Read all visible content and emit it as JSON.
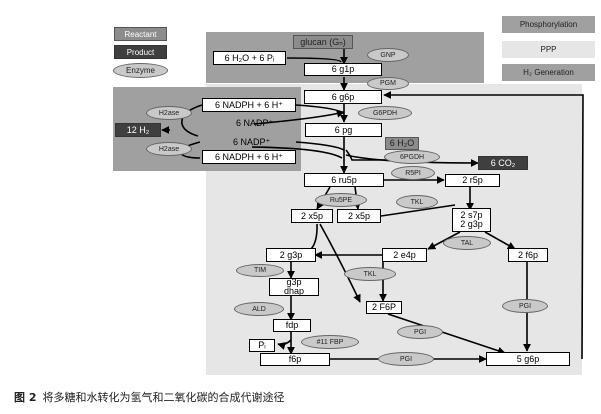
{
  "legend": {
    "reactant": "Reactant",
    "product": "Product",
    "enzyme": "Enzyme",
    "phosphorylation": "Phosphorylation",
    "ppp": "PPP",
    "h2_generation": "H₂ Generation"
  },
  "nodes": {
    "glucan": "glucan (Gₙ)",
    "water_pi": "6  H₂O + 6 Pᵢ",
    "g1p": "6 g1p",
    "g6p": "6 g6p",
    "nadph_top": "6 NADPH + 6 H⁺",
    "nadp_top": "6 NADP⁺",
    "h2": "12 H₂",
    "nadp_bottom": "6 NADP⁺",
    "nadph_bottom": "6 NADPH + 6 H⁺",
    "pg": "6 pg",
    "water2": "6 H₂O",
    "co2": "6 CO₂",
    "ru5p": "6 ru5p",
    "r5p": "2 r5p",
    "x5p_a": "2 x5p",
    "x5p_b": "2 x5p",
    "s7p": "2 s7p",
    "g3p_2": "2 g3p",
    "g3p": "2 g3p",
    "e4p": "2 e4p",
    "f6p_2": "2 f6p",
    "g3p_dhap_1": "g3p",
    "g3p_dhap_2": "dhap",
    "fdp": "fdp",
    "f6p_cap": "2 F6P",
    "pi": "Pᵢ",
    "f6p": "f6p",
    "g6p_5": "5 g6p"
  },
  "enzymes": {
    "gnp": "GNP",
    "pgm": "PGM",
    "h2ase_top": "H2ase",
    "g6pdh": "G6PDH",
    "h2ase_bottom": "H2ase",
    "6pgdh": "6PGDH",
    "r5pi": "R5PI",
    "ru5pe": "Ru5PE",
    "tkl_1": "TKL",
    "tal": "TAL",
    "tim": "TIM",
    "tkl_2": "TKL",
    "ald": "ALD",
    "pgi_1": "PGI",
    "pgi_2": "PGI",
    "fbp": "#11 FBP",
    "pgi_3": "PGI"
  },
  "caption": {
    "label": "图 2",
    "text": "将多糖和水转化为氢气和二氧化碳的合成代谢途径"
  },
  "colors": {
    "phosphorylation": "#a0a0a0",
    "ppp": "#e6e6e6",
    "h2_generation": "#a0a0a0",
    "product": "#3f3f3f"
  }
}
